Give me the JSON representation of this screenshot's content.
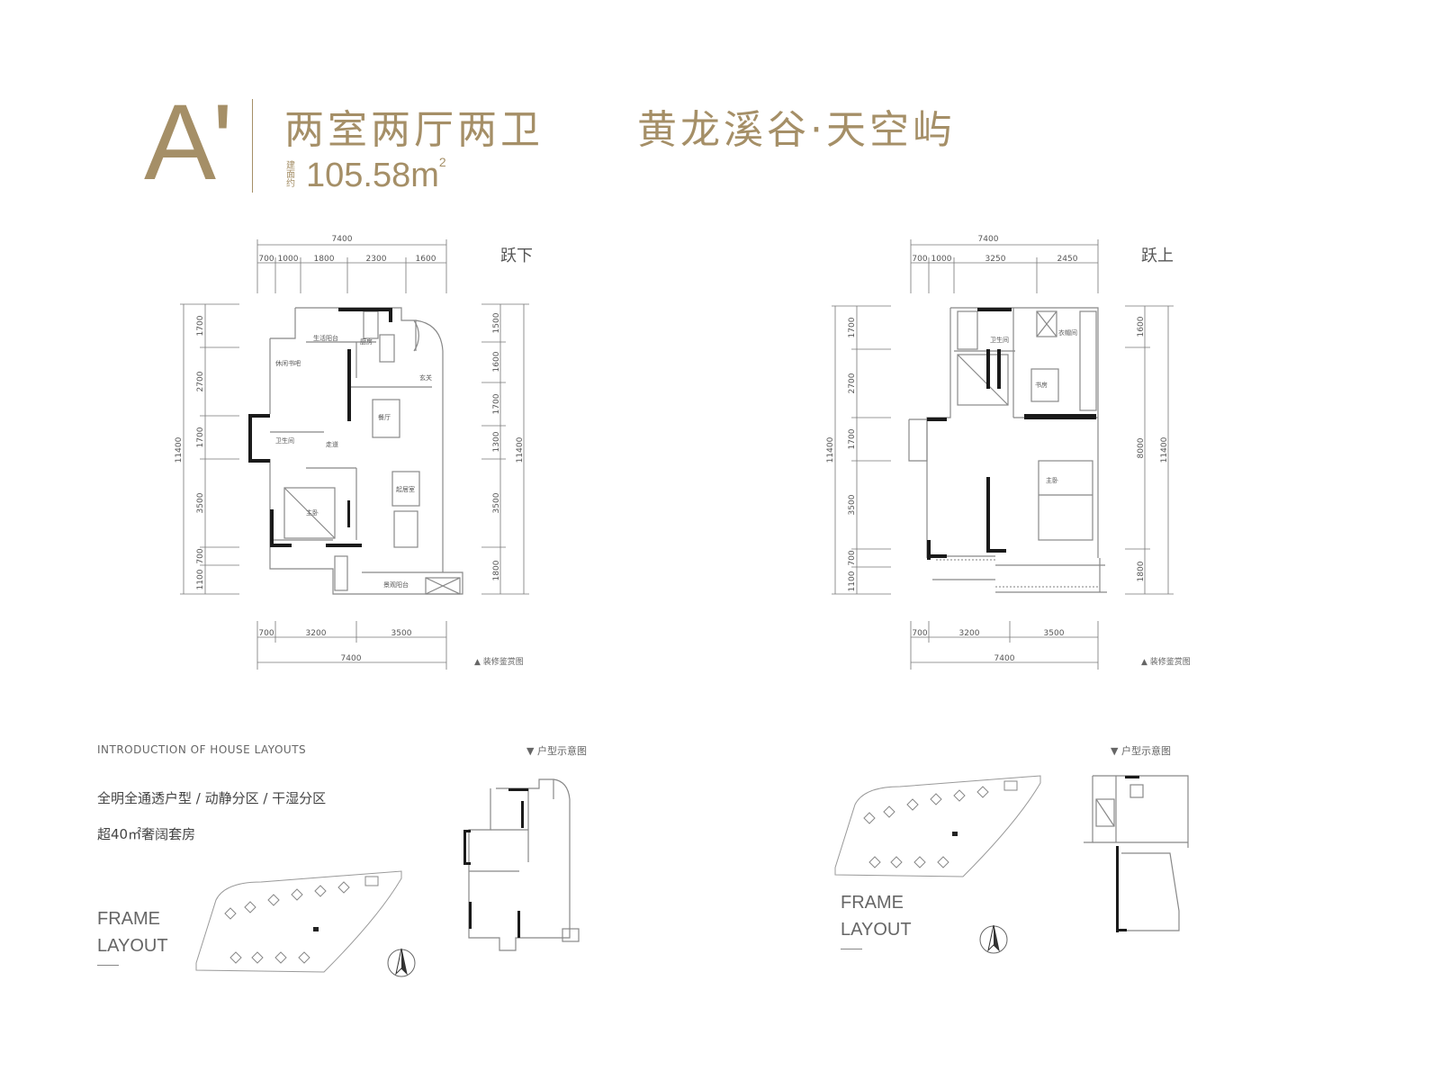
{
  "header": {
    "unit_code": "A'",
    "layout_type": "两室两厅两卫",
    "project_name": "黄龙溪谷·天空屿",
    "area_prefix": "建面约",
    "area_value": "105.58",
    "area_unit": "m",
    "area_sup": "2"
  },
  "lower_floor": {
    "label": "跃下",
    "top_total": "7400",
    "top_dims": [
      "700",
      "1000",
      "1800",
      "2300",
      "1600"
    ],
    "left_dims": [
      "1700",
      "2700",
      "1700",
      "3500",
      "700",
      "1100"
    ],
    "left_total": "11400",
    "right_dims": [
      "1500",
      "1600",
      "1700",
      "1300",
      "3500",
      "1800"
    ],
    "right_total": "11400",
    "bottom_dims": [
      "700",
      "3200",
      "3500"
    ],
    "bottom_total": "7400",
    "note": "▲ 装修鉴赏图",
    "rooms": {
      "laundry": "生活阳台",
      "kitchen": "厨房",
      "entrance": "玄关",
      "multi": "休闲书吧",
      "dining": "餐厅",
      "bath": "卫生间",
      "corridor": "走道",
      "master": "主卧",
      "living": "起居室",
      "balcony": "景观阳台"
    }
  },
  "upper_floor": {
    "label": "跃上",
    "top_total": "7400",
    "top_dims": [
      "700",
      "1000",
      "3250",
      "2450"
    ],
    "left_dims": [
      "1700",
      "2700",
      "1700",
      "3500",
      "700",
      "1100"
    ],
    "left_total": "11400",
    "right_dims": [
      "1600",
      "8000",
      "1800"
    ],
    "right_total": "11400",
    "bottom_dims": [
      "700",
      "3200",
      "3500"
    ],
    "bottom_total": "7400",
    "note": "▲ 装修鉴赏图",
    "rooms": {
      "bath": "卫生间",
      "closet": "衣帽间",
      "study": "书房",
      "master": "主卧"
    }
  },
  "intro": {
    "title": "INTRODUCTION OF HOUSE LAYOUTS",
    "feature_1": "全明全通透户型 / 动静分区 / 干湿分区",
    "feature_2": "超40㎡奢阔套房",
    "frame_line1": "FRAME",
    "frame_line2": "LAYOUT",
    "schematic_label": "▼ 户型示意图"
  },
  "intro_right": {
    "frame_line1": "FRAME",
    "frame_line2": "LAYOUT",
    "schematic_label": "▼ 户型示意图"
  },
  "colors": {
    "accent": "#a58f67",
    "wall": "#1a1a1a",
    "line": "#777777"
  }
}
